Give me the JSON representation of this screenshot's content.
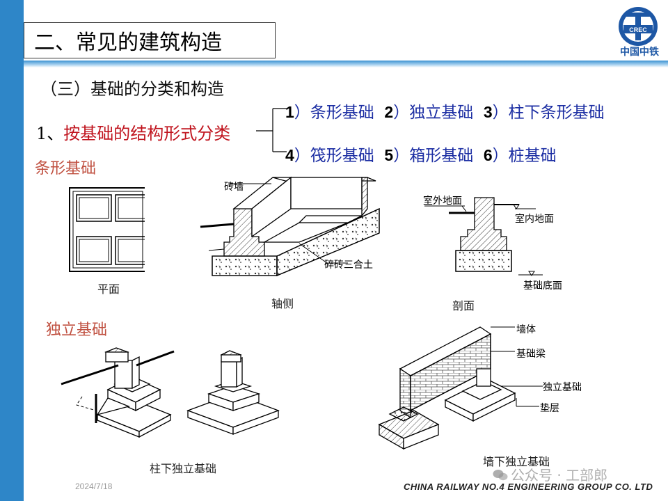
{
  "header": {
    "title": "二、常见的建筑构造",
    "logo_text": "中国中铁",
    "logo_mark": "CREC"
  },
  "section": {
    "subtitle": "（三）基础的分类和构造",
    "classification_prefix": "1、",
    "classification_label": "按基础的结构形式分类",
    "types_row1": [
      {
        "num": "1",
        "name": "）条形基础"
      },
      {
        "num": "2",
        "name": "）独立基础"
      },
      {
        "num": "3",
        "name": "）柱下条形基础"
      }
    ],
    "types_row2": [
      {
        "num": "4",
        "name": "）筏形基础"
      },
      {
        "num": "5",
        "name": "）箱形基础"
      },
      {
        "num": "6",
        "name": "）桩基础"
      }
    ]
  },
  "strip_foundation": {
    "heading": "条形基础",
    "plan_caption": "平面",
    "axonometric_caption": "轴侧",
    "section_caption": "剖面",
    "labels": {
      "brick_wall": "砖墙",
      "brick_lime_soil": "碎砖三合土",
      "outdoor_ground": "室外地面",
      "indoor_ground": "室内地面",
      "foundation_bottom": "基础底面"
    }
  },
  "isolated_foundation": {
    "heading": "独立基础",
    "column_caption": "柱下独立基础",
    "wall_caption": "墙下独立基础",
    "labels": {
      "wall": "墙体",
      "foundation_beam": "基础梁",
      "isolated_footing": "独立基础",
      "cushion": "垫层"
    }
  },
  "footer": {
    "date": "2024/7/18",
    "company": "CHINA RAILWAY NO.4 ENGINEERING  GROUP CO. LTD",
    "watermark": "公众号 · 工部郎"
  },
  "colors": {
    "accent_blue": "#2E86C8",
    "highlight_red": "#c0141e",
    "type_blue": "#1c2ea3",
    "heading_red": "#c05040"
  }
}
